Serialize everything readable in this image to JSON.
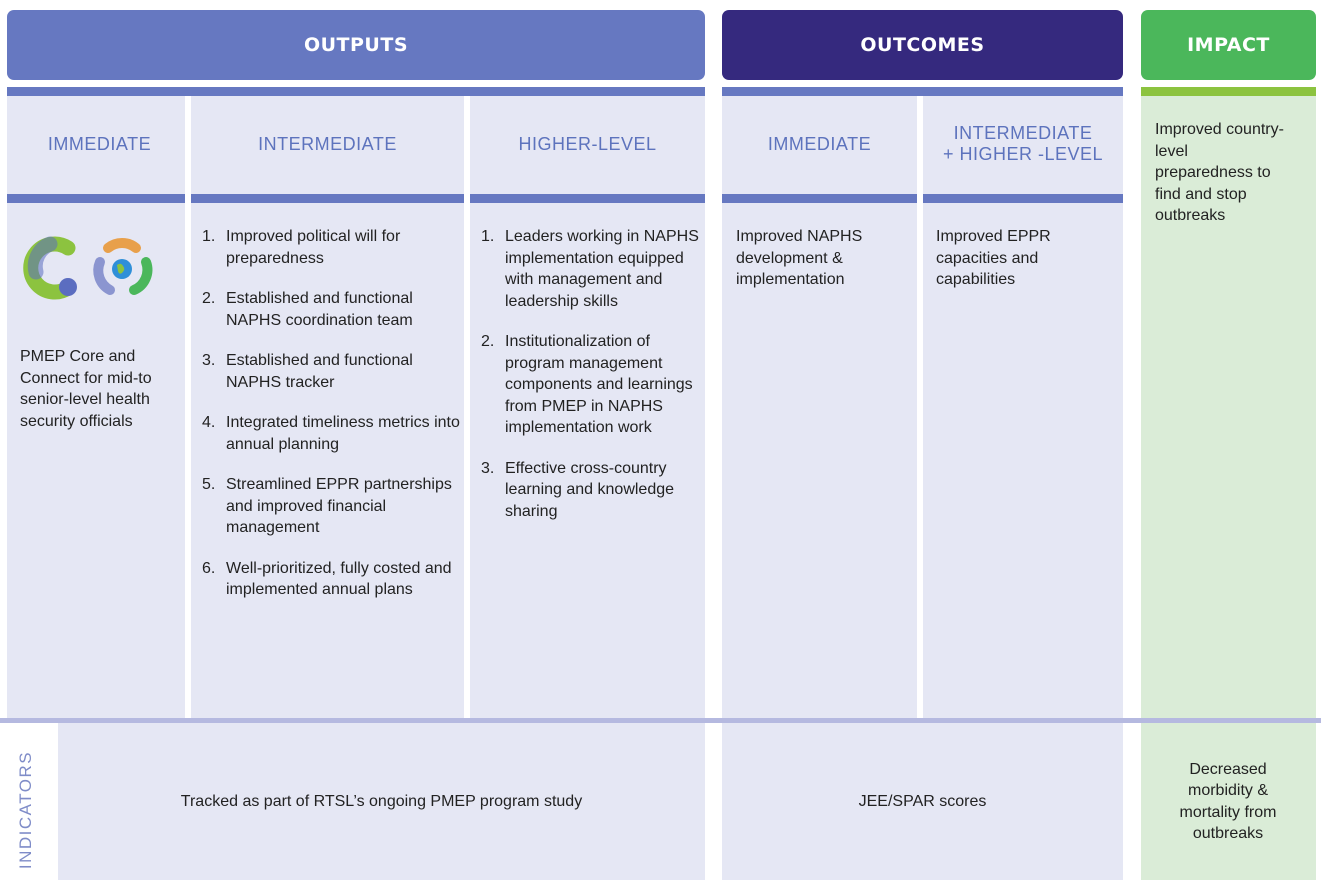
{
  "banners": {
    "outputs": "OUTPUTS",
    "outcomes": "OUTCOMES",
    "impact": "IMPACT"
  },
  "colors": {
    "outputs_banner": "#6678c1",
    "outcomes_banner": "#35297e",
    "impact_banner": "#4bb75b",
    "cell_bg": "#e5e7f4",
    "impact_bg": "#daecd7",
    "header_text": "#5d73bd",
    "divider": "#6678c1",
    "impact_divider": "#8cc33f"
  },
  "columns": {
    "outputs_immediate": "IMMEDIATE",
    "outputs_intermediate": "INTERMEDIATE",
    "outputs_higher": "HIGHER-LEVEL",
    "outcomes_immediate": "IMMEDIATE",
    "outcomes_intermediate_line1": "INTERMEDIATE",
    "outcomes_intermediate_line2": "+ HIGHER -LEVEL"
  },
  "content": {
    "outputs_immediate": "PMEP Core and Connect for mid-to senior-level health security officials",
    "outputs_intermediate": [
      "Improved political will for preparedness",
      "Established and functional NAPHS coordination team",
      "Established and functional NAPHS tracker",
      "Integrated timeliness metrics into annual planning",
      "Streamlined EPPR partnerships and improved financial management",
      "Well-prioritized, fully costed and implemented annual plans"
    ],
    "outputs_higher": [
      "Leaders working in NAPHS implementation equipped with management and leadership skills",
      "Institutionalization of program management components and learnings from PMEP in NAPHS implementation work",
      "Effective cross-country learning and knowledge sharing"
    ],
    "outcomes_immediate": "Improved NAPHS development & implementation",
    "outcomes_intermediate": "Improved EPPR capacities and capabilities",
    "impact": "Improved country-level preparedness to find and stop outbreaks"
  },
  "indicators": {
    "label": "INDICATORS",
    "outputs": "Tracked as part of RTSL’s ongoing PMEP program study",
    "outcomes": "JEE/SPAR scores",
    "impact": "Decreased morbidity & mortality from outbreaks"
  },
  "logo": {
    "name": "pmep-logo-icon",
    "colors": [
      "#5b6dc0",
      "#8cc33f",
      "#e8a04b",
      "#4bb75b",
      "#2f8fd8"
    ]
  }
}
